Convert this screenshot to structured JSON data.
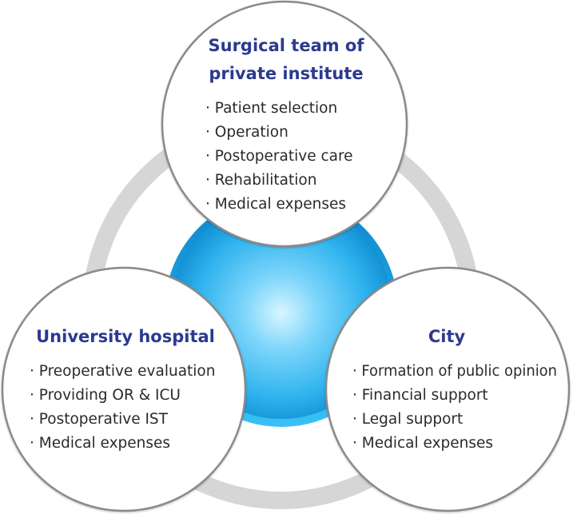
{
  "colors": {
    "title": "#2b3a8f",
    "text": "#2a2a2a",
    "ring": "#d4d4d4",
    "circle_border": "#8a8a8a",
    "center_light": "#9fe6ff",
    "center_mid": "#2fb3ee",
    "center_dark": "#0a86cc"
  },
  "nodes": {
    "top": {
      "title_lines": [
        "Surgical team of",
        "private institute"
      ],
      "items": [
        "· Patient selection",
        "· Operation",
        "· Postoperative care",
        "· Rehabilitation",
        "· Medical expenses"
      ]
    },
    "left": {
      "title_lines": [
        "University hospital"
      ],
      "items": [
        "· Preoperative evaluation",
        "· Providing OR & ICU",
        "· Postoperative IST",
        "· Medical expenses"
      ]
    },
    "right": {
      "title_lines": [
        "City"
      ],
      "items": [
        "· Formation of public opinion",
        "· Financial support",
        "· Legal support",
        "· Medical expenses"
      ]
    }
  }
}
